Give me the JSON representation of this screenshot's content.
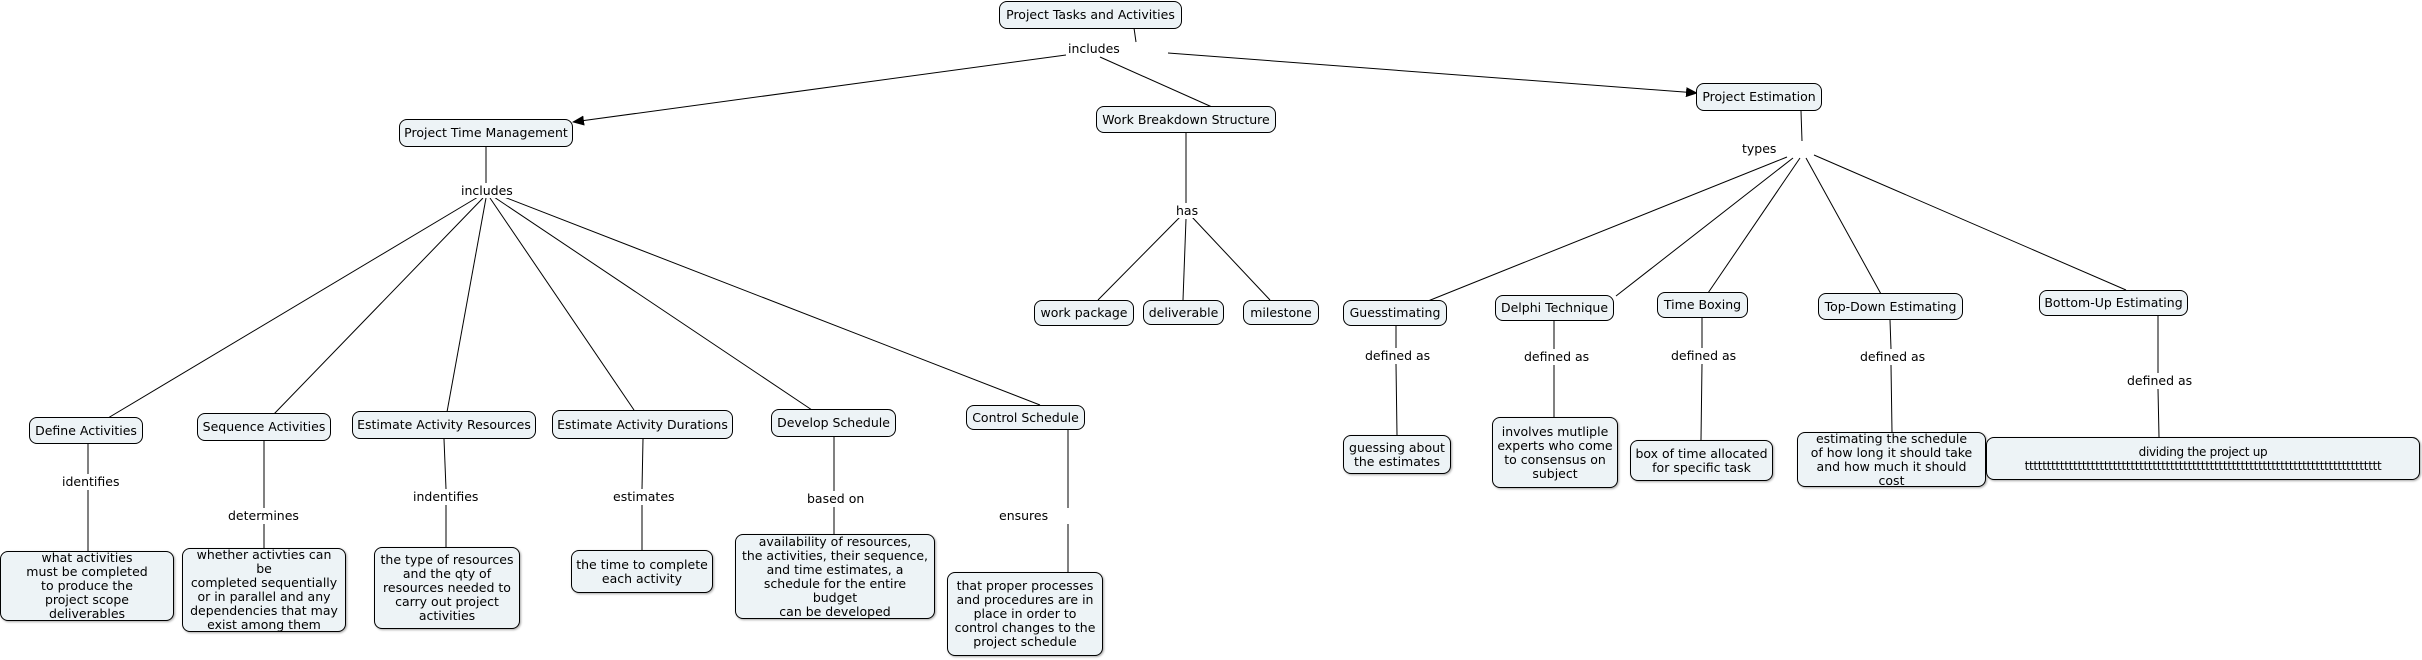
{
  "nodes": {
    "root": "Project Tasks and Activities",
    "ptm": "Project Time Management",
    "wbs": "Work Breakdown Structure",
    "pe": "Project Estimation",
    "define": "Define Activities",
    "sequence": "Sequence Activities",
    "resources": "Estimate Activity Resources",
    "durations": "Estimate Activity Durations",
    "develop": "Develop Schedule",
    "control": "Control Schedule",
    "work_package": "work package",
    "deliverable": "deliverable",
    "milestone": "milestone",
    "guess": "Guesstimating",
    "delphi": "Delphi Technique",
    "timebox": "Time Boxing",
    "topdown": "Top-Down Estimating",
    "bottomup": "Bottom-Up Estimating",
    "d_define": "what activities\nmust be completed\nto produce the\nproject scope deliverables",
    "d_sequence": "whether activties can be\ncompleted sequentially\nor in parallel and any\ndependencies that may\nexist among them",
    "d_resources": "the type of resources\nand the qty of\nresources needed to\ncarry out project\nactivities",
    "d_durations": "the time to complete\neach activity",
    "d_develop": "availability of resources,\nthe activities, their sequence,\nand time estimates, a\nschedule for the entire budget\ncan be developed",
    "d_control": "that proper processes\nand procedures are in\nplace in order to\ncontrol changes to the\nproject schedule",
    "d_guess": "guessing about\nthe estimates",
    "d_delphi": "involves mutliple\nexperts who come\nto consensus on\nsubject",
    "d_timebox": "box of time allocated\nfor specific task",
    "d_topdown": "estimating the schedule\nof how long it should take\nand how much it should cost",
    "d_bottomup": "dividing the project up\nttttttttttttttttttttttttttttttttttttttttttttttttttttttttttttttttttttttttttttttttt"
  },
  "links": {
    "root_includes": "includes",
    "ptm_includes": "includes",
    "wbs_has": "has",
    "pe_types": "types",
    "identifies": "identifies",
    "determines": "determines",
    "indentifies": "indentifies",
    "estimates": "estimates",
    "based_on": "based on",
    "ensures": "ensures",
    "defined_as_1": "defined as",
    "defined_as_2": "defined as",
    "defined_as_3": "defined as",
    "defined_as_4": "defined as",
    "defined_as_5": "defined as"
  }
}
